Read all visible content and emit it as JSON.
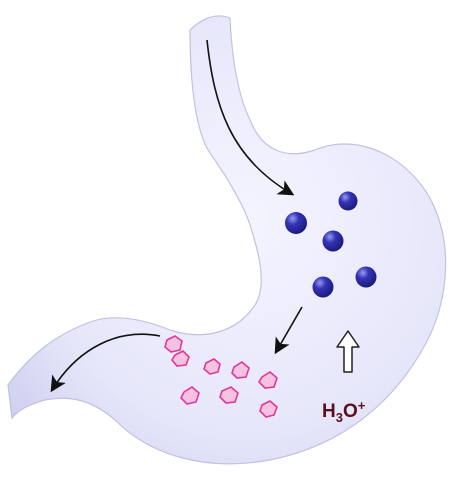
{
  "diagram": {
    "colors": {
      "stomach_fill": "#e9e9fb",
      "stomach_edge": "#b8b8d8",
      "food_particle": "#2a2aa0",
      "food_highlight": "#8f8fe6",
      "digested_particle": "#f3b8dc",
      "digested_outline": "#e0379a",
      "label": "#5a0f1a",
      "arrow": "#111111"
    },
    "acid_label": {
      "prefix": "H",
      "subscript": "3",
      "middle": "O",
      "superscript": "+"
    },
    "icons": [
      "stomach-outline",
      "food-particle-icon",
      "digested-particle-icon",
      "flow-arrow-icon",
      "acid-up-arrow-icon"
    ]
  }
}
